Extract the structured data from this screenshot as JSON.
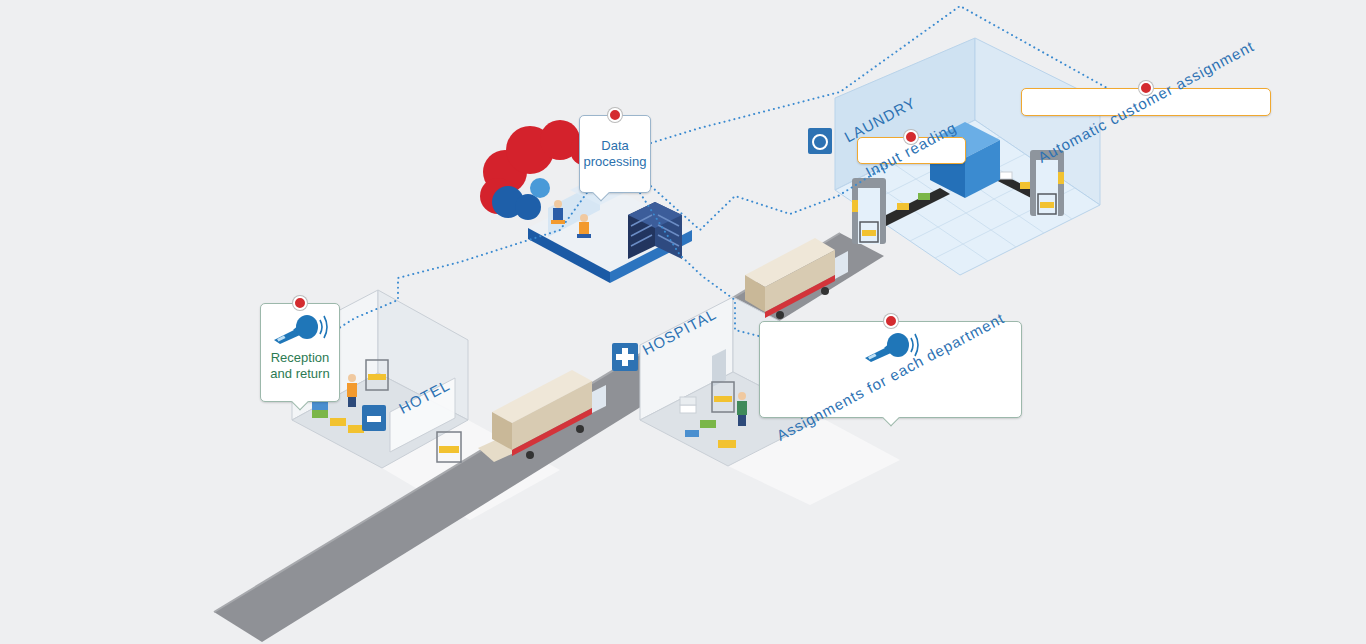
{
  "diagram": {
    "nodes": [
      {
        "text": [
          "Data processing"
        ]
      },
      {
        "text": [
          "LAUNDRY"
        ]
      },
      {
        "text": [
          "Input reading"
        ],
        "in": 1
      },
      {
        "text": [
          "Automatic customer assignment"
        ],
        "in": 1
      },
      {
        "text": [
          "HOSPITAL"
        ]
      },
      {
        "text": [
          "Assignments for each department"
        ],
        "in": 4
      },
      {
        "text": [
          "HOTEL"
        ]
      },
      {
        "text": [
          "Reception and return"
        ]
      }
    ],
    "edges": [
      {
        "from": 0,
        "to": 7,
        "arrow": "none"
      },
      {
        "from": 0,
        "to": 5,
        "arrow": "none"
      },
      {
        "from": 0,
        "to": 2,
        "arrow": "none"
      },
      {
        "from": 0,
        "to": 3,
        "arrow": "none"
      }
    ]
  }
}
